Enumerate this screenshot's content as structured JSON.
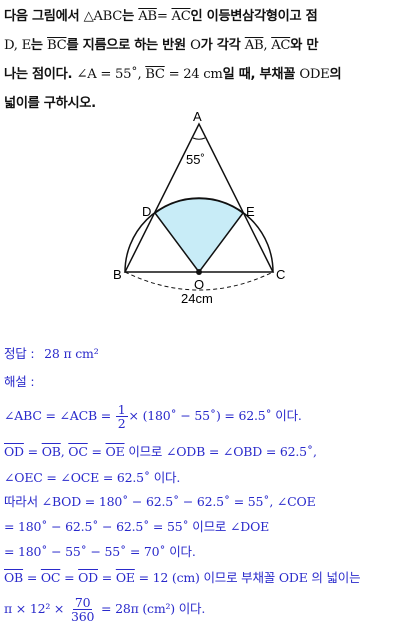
{
  "problem": {
    "line1_a": "다음 그림에서 ",
    "line1_tri": "△ABC",
    "line1_b": "는 ",
    "line1_ab": "AB",
    "line1_eq": "= ",
    "line1_ac": "AC",
    "line1_c": "인 이등변삼각형이고 점",
    "line2_de": "D, E",
    "line2_a": "는 ",
    "line2_bc": "BC",
    "line2_b": "를 지름으로 하는 반원 ",
    "line2_o": "O",
    "line2_c": "가 각각 ",
    "line2_ab": "AB",
    "line2_comma": ", ",
    "line2_ac": "AC",
    "line2_d": "와 만",
    "line3_a": "나는 점이다. ",
    "line3_angle": "∠A = 55˚",
    "line3_b": ", ",
    "line3_bc": "BC",
    "line3_val": " = 24 cm",
    "line3_c": "일 때, 부채꼴 ",
    "line3_ode": "ODE",
    "line3_d": "의",
    "line4": "넓이를 구하시오."
  },
  "figure": {
    "labels": {
      "A": "A",
      "B": "B",
      "C": "C",
      "D": "D",
      "E": "E",
      "O": "O"
    },
    "angle_label": "55˚",
    "diameter_label": "24cm",
    "colors": {
      "sector": "#c8ecf7",
      "line": "#111111"
    }
  },
  "solution": {
    "answer_label": "정답 :",
    "answer_value": "28 π cm²",
    "explain_label": "해설 :",
    "l1_a": "∠ABC = ∠ACB = ",
    "l1_num": "1",
    "l1_den": "2",
    "l1_b": "× (180˚ − 55˚) = 62.5˚ 이다.",
    "l2_od": "OD",
    "l2_ob": "OB",
    "l2_oc": "OC",
    "l2_oe": "OE",
    "l2_txt": "이므로 ∠ODB = ∠OBD = 62.5˚,",
    "l3": "∠OEC = ∠OCE = 62.5˚ 이다.",
    "l4": "따라서 ∠BOD = 180˚ − 62.5˚ − 62.5˚ = 55˚, ∠COE",
    "l5": "= 180˚ − 62.5˚ − 62.5˚ = 55˚ 이므로 ∠DOE",
    "l6": "= 180˚ − 55˚ − 55˚ = 70˚ 이다.",
    "l7_ob": "OB",
    "l7_oc": "OC",
    "l7_od": "OD",
    "l7_oe": "OE",
    "l7_txt": "= 12 (cm) 이므로 부채꼴 ODE 의 넓이는",
    "l8_a": "π × 12² × ",
    "l8_num": "70",
    "l8_den": "360",
    "l8_b": " = 28π (cm²) 이다."
  }
}
